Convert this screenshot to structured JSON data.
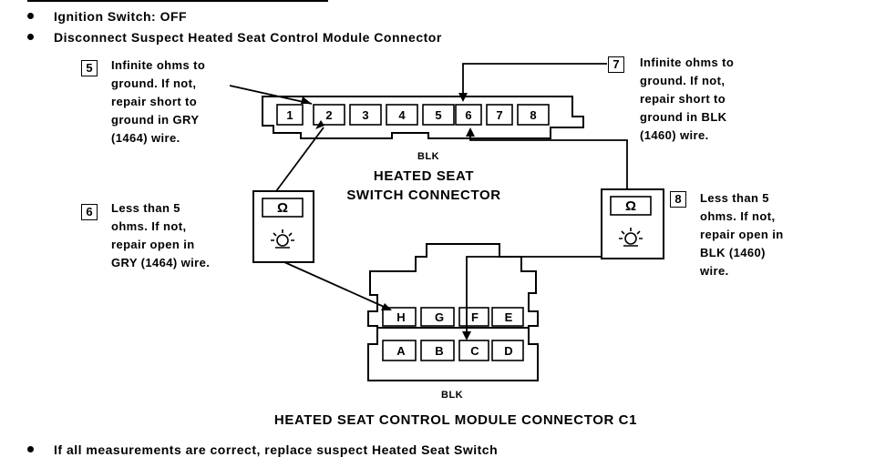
{
  "bullets": [
    "Ignition Switch:  OFF",
    "Disconnect Suspect Heated Seat Control Module Connector",
    "If all measurements are correct, replace suspect Heated Seat Switch"
  ],
  "steps": {
    "s5": {
      "num": "5",
      "text": "Infinite ohms to\nground. If not,\nrepair short to\nground in GRY\n(1464) wire."
    },
    "s7": {
      "num": "7",
      "text": "Infinite ohms to\nground. If not,\nrepair short to\nground in BLK\n(1460) wire."
    },
    "s6": {
      "num": "6",
      "text": "Less than 5\nohms. If not,\nrepair open in\nGRY (1464) wire."
    },
    "s8": {
      "num": "8",
      "text": "Less than 5\nohms. If not,\nrepair open in\nBLK (1460)\nwire."
    }
  },
  "switch_connector": {
    "color": "BLK",
    "title": "HEATED SEAT\nSWITCH CONNECTOR",
    "pins": [
      "1",
      "2",
      "3",
      "4",
      "5",
      "6",
      "7",
      "8"
    ]
  },
  "module_connector": {
    "color": "BLK",
    "title": "HEATED SEAT CONTROL MODULE CONNECTOR C1",
    "top_pins": [
      "H",
      "G",
      "F",
      "E"
    ],
    "bottom_pins": [
      "A",
      "B",
      "C",
      "D"
    ]
  },
  "meter": {
    "symbol": "Ω"
  }
}
